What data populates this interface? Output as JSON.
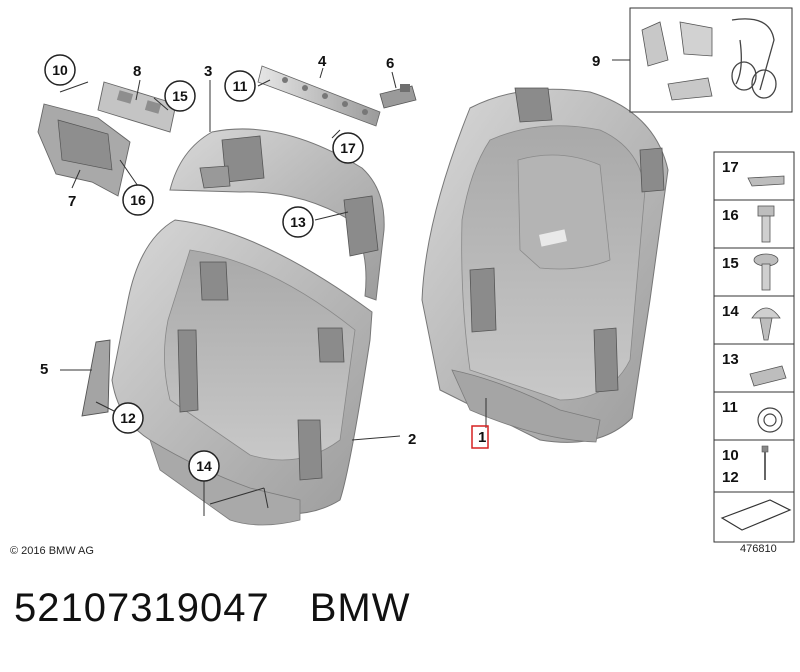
{
  "labels": {
    "l1": "1",
    "l2": "2",
    "l3": "3",
    "l4": "4",
    "l5": "5",
    "l6": "6",
    "l7": "7",
    "l8": "8",
    "l9": "9"
  },
  "callouts": {
    "c10": "10",
    "c11": "11",
    "c12": "12",
    "c13": "13",
    "c14": "14",
    "c15": "15",
    "c16": "16",
    "c17": "17"
  },
  "legend": {
    "items": [
      "17",
      "16",
      "15",
      "14",
      "13",
      "11",
      "10",
      "12"
    ]
  },
  "copyright": "© 2016 BMW AG",
  "diagram_number": "476810",
  "caption": {
    "part_number": "52107319047",
    "brand": "BMW"
  },
  "colors": {
    "part_fill": "#bdbdbd",
    "part_dark": "#8f8f8f",
    "highlight_box": "#d62020"
  }
}
